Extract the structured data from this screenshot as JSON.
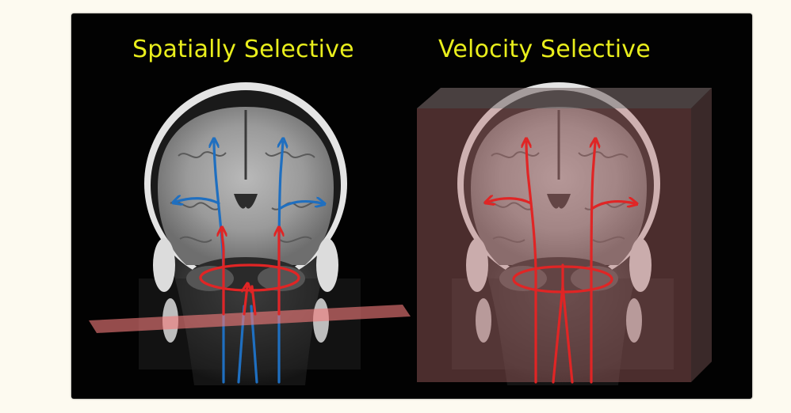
{
  "panels": [
    {
      "title": "Spatially Selective"
    },
    {
      "title": "Velocity Selective"
    }
  ],
  "colors": {
    "background": "#fdfaf0",
    "figure_background": "#020202",
    "title_text": "#e9ee1c",
    "inflow_arrows": "#e02525",
    "tagged_blood_arrows": "#1f6fc0",
    "labeling_plane": "#f07a7a",
    "velocity_box_tint": "#b0686a"
  },
  "icons": [
    "brain-mri-coronal-slice",
    "arrow-icon"
  ]
}
